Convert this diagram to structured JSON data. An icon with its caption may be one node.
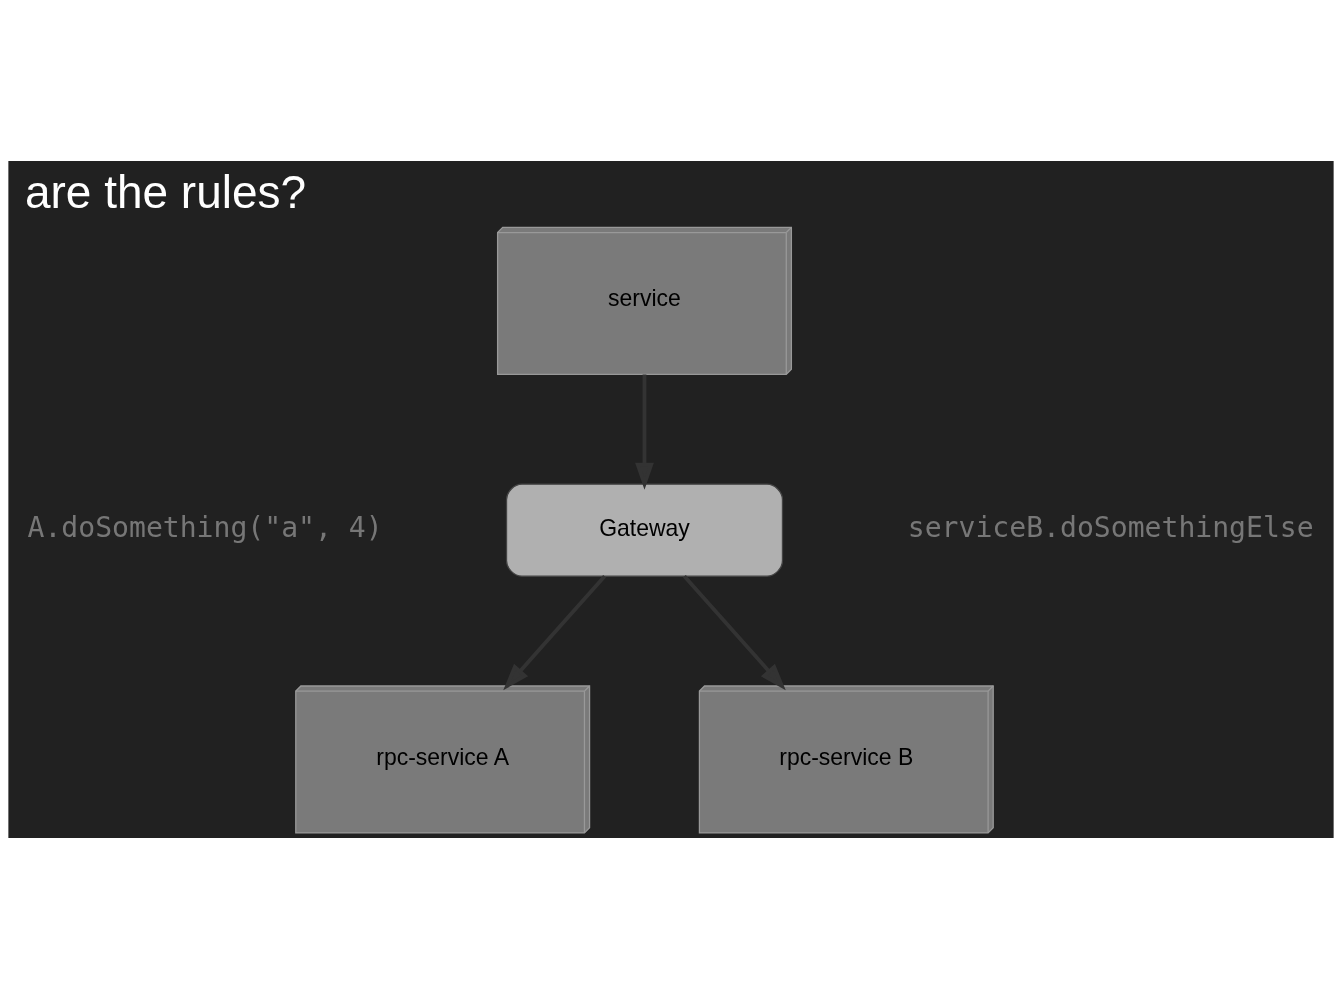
{
  "diagram": {
    "title": "are the rules?",
    "nodes": [
      {
        "text": [
          "service"
        ]
      },
      {
        "text": [
          "Gateway"
        ]
      },
      {
        "text": [
          "rpc-service A"
        ]
      },
      {
        "text": [
          "rpc-service B"
        ]
      }
    ],
    "edges": [
      {
        "from": 0,
        "to": 1,
        "arrow": "to"
      },
      {
        "from": 1,
        "to": 2,
        "arrow": "to"
      },
      {
        "from": 1,
        "to": 3,
        "arrow": "to"
      }
    ],
    "labels": [
      "A.doSomething(\"a\", 4)",
      "serviceB.doSomethingElse"
    ]
  }
}
